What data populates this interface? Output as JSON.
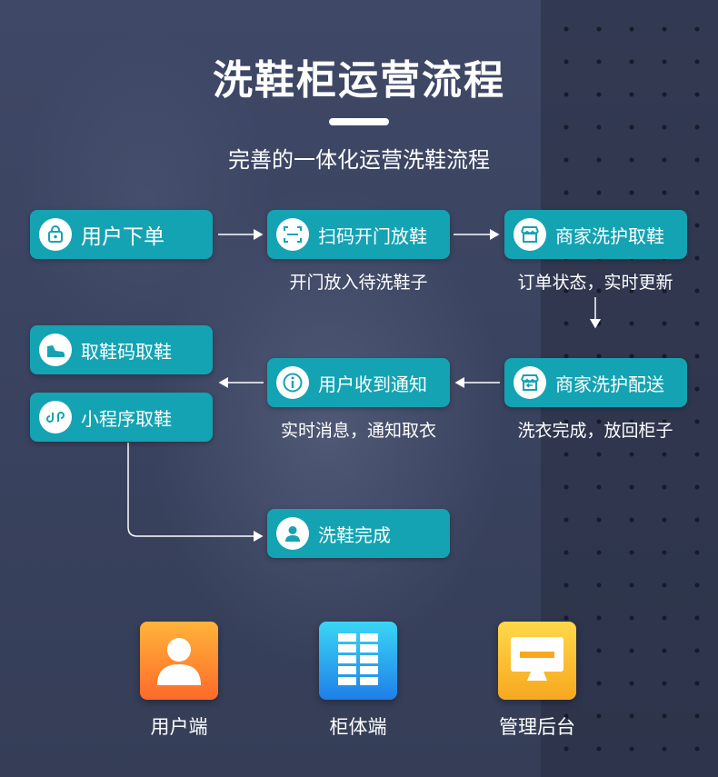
{
  "title": "洗鞋柜运营流程",
  "subtitle": "完善的一体化运营洗鞋流程",
  "nodes": {
    "order": {
      "label": "用户下单",
      "icon": "lock-bag-icon"
    },
    "scan": {
      "label": "扫码开门放鞋",
      "icon": "scan-icon"
    },
    "merchant_pick": {
      "label": "商家洗护取鞋",
      "icon": "shop-icon"
    },
    "code_pick": {
      "label": "取鞋码取鞋",
      "icon": "shoe-icon"
    },
    "notify": {
      "label": "用户收到通知",
      "icon": "info-icon"
    },
    "merchant_deliver": {
      "label": "商家洗护配送",
      "icon": "shop-return-icon"
    },
    "mini_pick": {
      "label": "小程序取鞋",
      "icon": "mini-program-icon"
    },
    "done": {
      "label": "洗鞋完成",
      "icon": "user-icon"
    }
  },
  "captions": {
    "scan": "开门放入待洗鞋子",
    "merchant_pick": "订单状态，实时更新",
    "notify": "实时消息，通知取衣",
    "merchant_deliver": "洗衣完成，放回柜子"
  },
  "roles": [
    {
      "label": "用户端",
      "icon": "user-icon",
      "color_top": "#ffb43a",
      "color_bottom": "#ff6a2a"
    },
    {
      "label": "柜体端",
      "icon": "cabinet-icon",
      "color_top": "#3ad6f5",
      "color_bottom": "#1f7fe8"
    },
    {
      "label": "管理后台",
      "icon": "monitor-icon",
      "color_top": "#ffd84a",
      "color_bottom": "#f7a81f"
    }
  ],
  "colors": {
    "node": "#14a3b3",
    "accent_icon": "#14a3b3"
  }
}
